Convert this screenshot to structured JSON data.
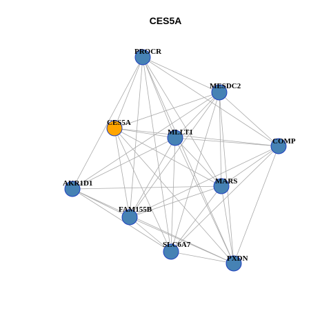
{
  "title": "CES5A",
  "colors": {
    "highlight_node": "#FFA500",
    "default_node": "#4682B4",
    "node_border": "#1F3FBF",
    "edge": "#A8A8A8"
  },
  "nodes": [
    {
      "id": "PROCR",
      "label": "PROCR",
      "highlight": false
    },
    {
      "id": "MESDC2",
      "label": "MESDC2",
      "highlight": false
    },
    {
      "id": "CES5A",
      "label": "CES5A",
      "highlight": true
    },
    {
      "id": "MLLT1",
      "label": "MLLT1",
      "highlight": false
    },
    {
      "id": "COMP",
      "label": "COMP",
      "highlight": false
    },
    {
      "id": "AKR1D1",
      "label": "AKR1D1",
      "highlight": false
    },
    {
      "id": "MARS",
      "label": "MARS",
      "highlight": false
    },
    {
      "id": "FAM155B",
      "label": "FAM155B",
      "highlight": false
    },
    {
      "id": "SLC6A7",
      "label": "SLC6A7",
      "highlight": false
    },
    {
      "id": "PXDN",
      "label": "PXDN",
      "highlight": false
    }
  ],
  "edges": [
    [
      "PROCR",
      "MESDC2"
    ],
    [
      "PROCR",
      "COMP"
    ],
    [
      "PROCR",
      "AKR1D1"
    ],
    [
      "PROCR",
      "MARS"
    ],
    [
      "PROCR",
      "FAM155B"
    ],
    [
      "PROCR",
      "SLC6A7"
    ],
    [
      "PROCR",
      "PXDN"
    ],
    [
      "PROCR",
      "CES5A"
    ],
    [
      "PROCR",
      "MLLT1"
    ],
    [
      "MESDC2",
      "CES5A"
    ],
    [
      "MESDC2",
      "COMP"
    ],
    [
      "MESDC2",
      "AKR1D1"
    ],
    [
      "MESDC2",
      "FAM155B"
    ],
    [
      "MESDC2",
      "SLC6A7"
    ],
    [
      "MESDC2",
      "PXDN"
    ],
    [
      "MESDC2",
      "MARS"
    ],
    [
      "MESDC2",
      "MLLT1"
    ],
    [
      "CES5A",
      "MLLT1"
    ],
    [
      "CES5A",
      "COMP"
    ],
    [
      "CES5A",
      "MARS"
    ],
    [
      "CES5A",
      "FAM155B"
    ],
    [
      "CES5A",
      "SLC6A7"
    ],
    [
      "CES5A",
      "PXDN"
    ],
    [
      "MLLT1",
      "COMP"
    ],
    [
      "MLLT1",
      "AKR1D1"
    ],
    [
      "MLLT1",
      "FAM155B"
    ],
    [
      "MLLT1",
      "SLC6A7"
    ],
    [
      "MLLT1",
      "PXDN"
    ],
    [
      "MLLT1",
      "MARS"
    ],
    [
      "COMP",
      "MARS"
    ],
    [
      "COMP",
      "FAM155B"
    ],
    [
      "COMP",
      "SLC6A7"
    ],
    [
      "COMP",
      "PXDN"
    ],
    [
      "AKR1D1",
      "MARS"
    ],
    [
      "AKR1D1",
      "FAM155B"
    ],
    [
      "AKR1D1",
      "SLC6A7"
    ],
    [
      "AKR1D1",
      "PXDN"
    ],
    [
      "MARS",
      "FAM155B"
    ],
    [
      "MARS",
      "SLC6A7"
    ],
    [
      "MARS",
      "PXDN"
    ],
    [
      "FAM155B",
      "SLC6A7"
    ],
    [
      "FAM155B",
      "PXDN"
    ],
    [
      "SLC6A7",
      "PXDN"
    ]
  ]
}
